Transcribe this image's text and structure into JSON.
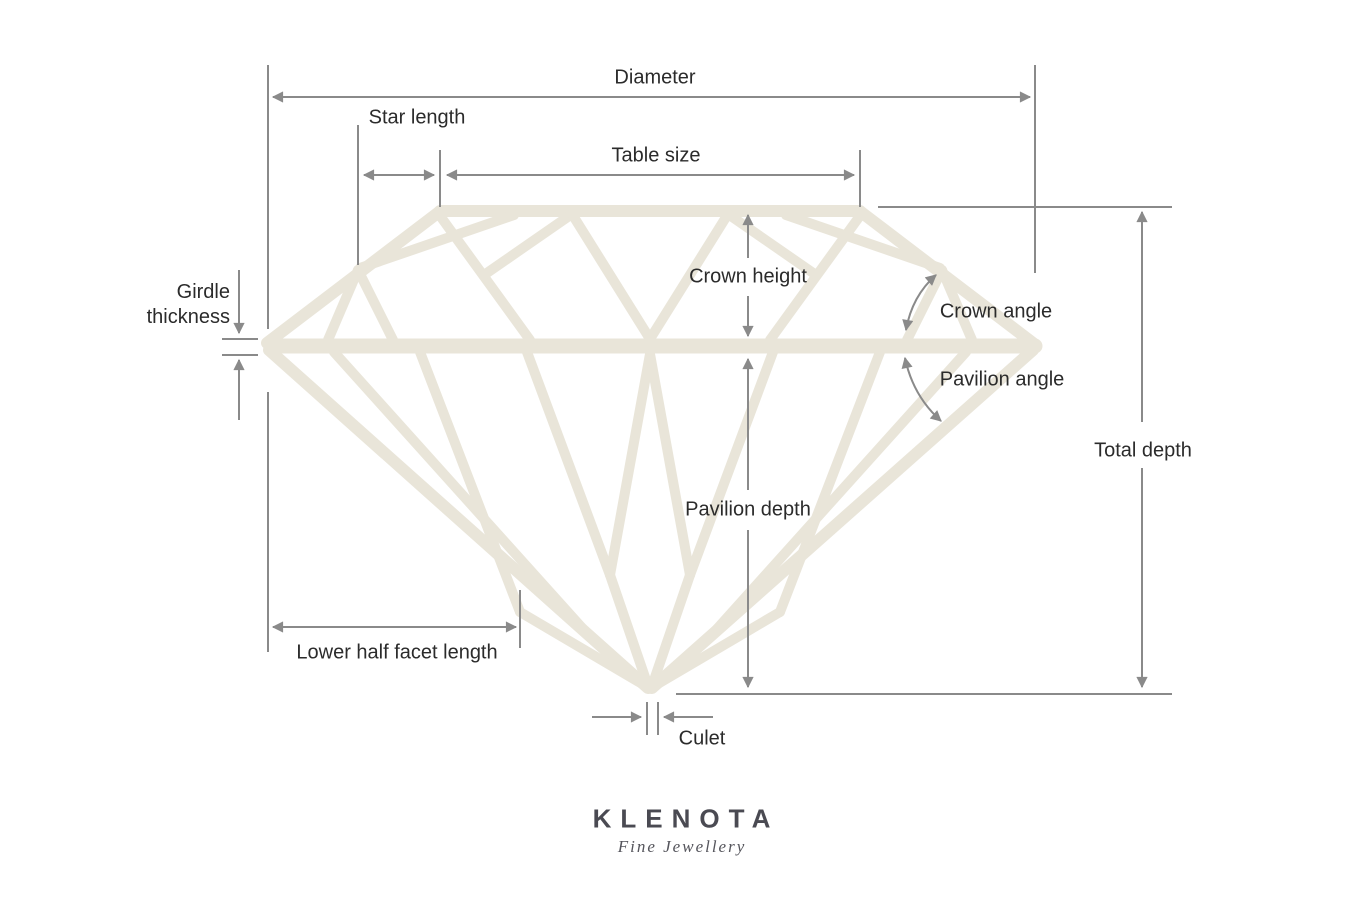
{
  "labels": {
    "diameter": "Diameter",
    "star_length": "Star length",
    "table_size": "Table size",
    "crown_height": "Crown height",
    "crown_angle": "Crown angle",
    "pavilion_angle": "Pavilion angle",
    "girdle_thickness_line1": "Girdle",
    "girdle_thickness_line2": "thickness",
    "pavilion_depth": "Pavilion depth",
    "total_depth": "Total depth",
    "lower_half_facet_length": "Lower half facet length",
    "culet": "Culet"
  },
  "brand": {
    "name": "KLENOTA",
    "tagline": "Fine Jewellery"
  },
  "colors": {
    "diamond_wireframe": "#E9E5D9",
    "dimension_lines": "#8A8A8A",
    "label_text": "#2B2B2B",
    "brand_text": "#4A4A52"
  },
  "diagram": {
    "type": "diamond-anatomy-side-view",
    "measurements": [
      "Diameter",
      "Star length",
      "Table size",
      "Crown height",
      "Crown angle",
      "Girdle thickness",
      "Pavilion angle",
      "Pavilion depth",
      "Total depth",
      "Lower half facet length",
      "Culet"
    ]
  }
}
